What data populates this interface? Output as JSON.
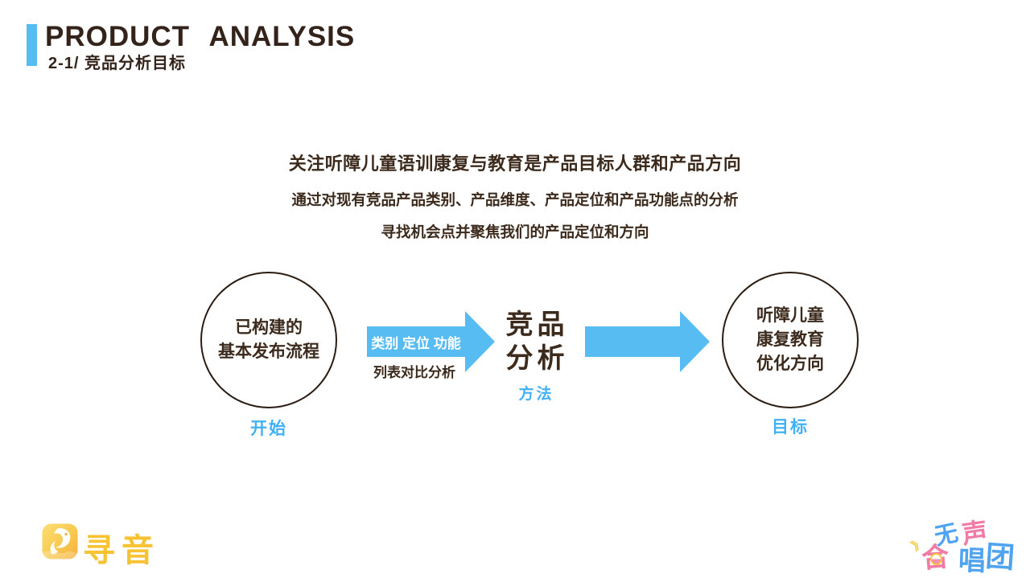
{
  "header": {
    "title": "PRODUCT ANALYSIS",
    "subtitle": "2-1/ 竞品分析目标"
  },
  "intro": {
    "line1": "关注听障儿童语训康复与教育是产品目标人群和产品方向",
    "line2": "通过对现有竞品产品类别、产品维度、产品定位和产品功能点的分析",
    "line3": "寻找机会点并聚焦我们的产品定位和方向"
  },
  "diagram": {
    "start_circle": {
      "line1": "已构建的",
      "line2": "基本发布流程",
      "label": "开始"
    },
    "arrow1": {
      "tags": "类别 定位 功能",
      "note": "列表对比分析"
    },
    "center": {
      "line1": "竞品",
      "line2": "分析",
      "label": "方法"
    },
    "goal_circle": {
      "line1": "听障儿童",
      "line2": "康复教育",
      "line3": "优化方向",
      "label": "目标"
    }
  },
  "footer": {
    "left_brand": {
      "name": "寻音",
      "icon": "dolphin-app-icon"
    },
    "right_brand": {
      "name": "无声合唱团",
      "chars": [
        "无",
        "声",
        "合",
        "唱",
        "团"
      ],
      "marks": "》"
    }
  },
  "colors": {
    "accent_blue": "#56BCF2",
    "label_blue": "#42B0F5",
    "text_dark": "#3C2A1C",
    "brand_yellow": "#F8C332",
    "logo_pink": "#F27BA6",
    "logo_blue": "#4FA3EF"
  }
}
